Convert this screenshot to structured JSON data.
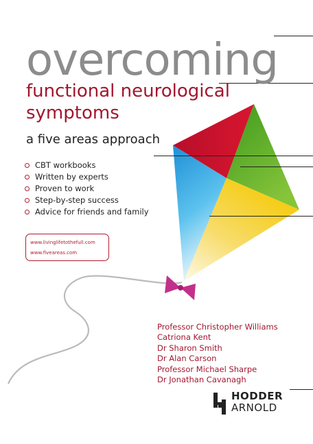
{
  "cover": {
    "series": "overcoming",
    "title_line1": "functional neurological",
    "title_line2": "symptoms",
    "subtitle": "a five areas approach",
    "features": [
      "CBT workbooks",
      "Written by experts",
      "Proven to work",
      "Step-by-step success",
      "Advice for friends and family"
    ],
    "websites": [
      "www.livinglifetothefull.com",
      "www.fiveareas.com"
    ],
    "authors": [
      "Professor Christopher Williams",
      "Catriona Kent",
      "Dr Sharon Smith",
      "Dr Alan Carson",
      "Professor Michael Sharpe",
      "Dr Jonathan Cavanagh"
    ],
    "publisher": {
      "line1": "HODDER",
      "line2": "ARNOLD"
    }
  },
  "colors": {
    "accent": "#a1172f",
    "series_grey": "#8c8c8c",
    "kite_red": "#c8102e",
    "kite_green": "#6ab023",
    "kite_blue": "#29a8e0",
    "kite_yellow": "#f6d13a",
    "bow": "#c2308a"
  }
}
